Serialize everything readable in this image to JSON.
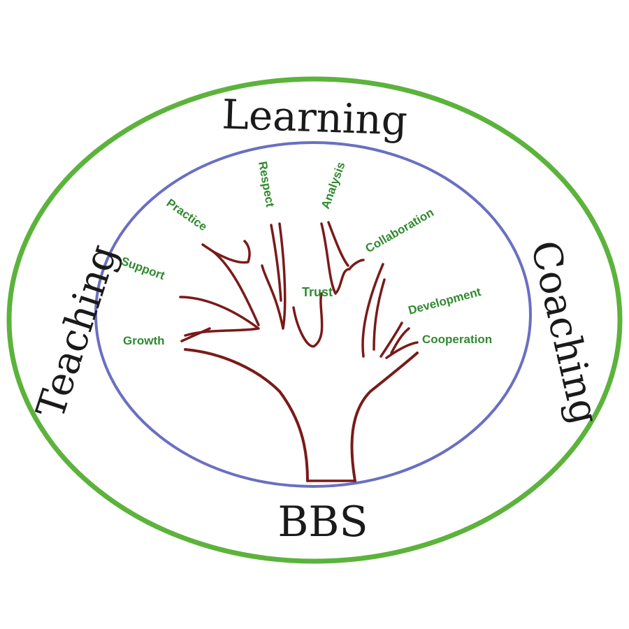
{
  "logo": {
    "top_word": "Learning",
    "left_word": "Teaching",
    "right_word": "Coaching",
    "bottom_word": "BBS",
    "values": {
      "respect": "Respect",
      "analysis": "Analysis",
      "practice": "Practice",
      "collaboration": "Collaboration",
      "support": "Support",
      "trust": "Trust",
      "development": "Development",
      "growth": "Growth",
      "cooperation": "Cooperation"
    }
  },
  "colors": {
    "outer_ring": "#5cb33c",
    "inner_ring": "#6a6fc2",
    "tree": "#7a1a1a",
    "value_text": "#2f8a2f",
    "ring_text": "#1a1a1a"
  }
}
